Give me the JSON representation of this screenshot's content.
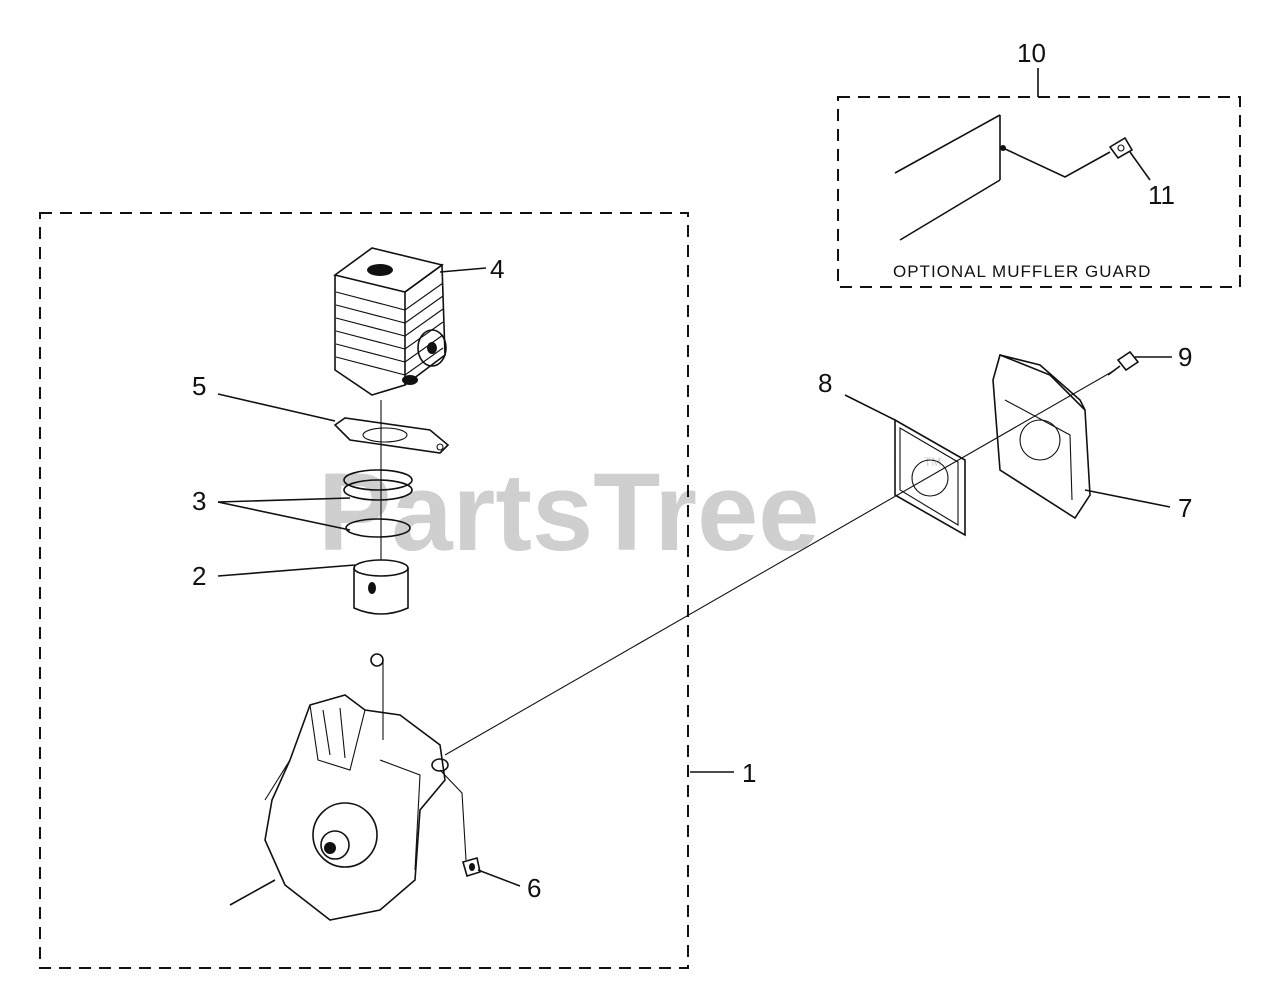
{
  "watermark": {
    "text": "PartsTree",
    "trademark": "TM",
    "color": "#cfcfcf"
  },
  "kit_label": "OPTIONAL MUFFLER GUARD",
  "callouts": {
    "c1": "1",
    "c2": "2",
    "c3": "3",
    "c4": "4",
    "c5": "5",
    "c6": "6",
    "c7": "7",
    "c8": "8",
    "c9": "9",
    "c10": "10",
    "c11": "11"
  },
  "parts": [
    {
      "ref": "1",
      "icon": "engine-assembly-dashed-box"
    },
    {
      "ref": "2",
      "icon": "piston-icon"
    },
    {
      "ref": "3",
      "icon": "piston-ring-icon"
    },
    {
      "ref": "4",
      "icon": "cylinder-icon"
    },
    {
      "ref": "5",
      "icon": "cylinder-gasket-icon"
    },
    {
      "ref": "6",
      "icon": "screw-icon"
    },
    {
      "ref": "7",
      "icon": "muffler-icon"
    },
    {
      "ref": "8",
      "icon": "muffler-gasket-icon"
    },
    {
      "ref": "9",
      "icon": "muffler-screw-icon"
    },
    {
      "ref": "10",
      "icon": "muffler-guard-kit-dashed-box"
    },
    {
      "ref": "11",
      "icon": "guard-screw-icon"
    }
  ]
}
